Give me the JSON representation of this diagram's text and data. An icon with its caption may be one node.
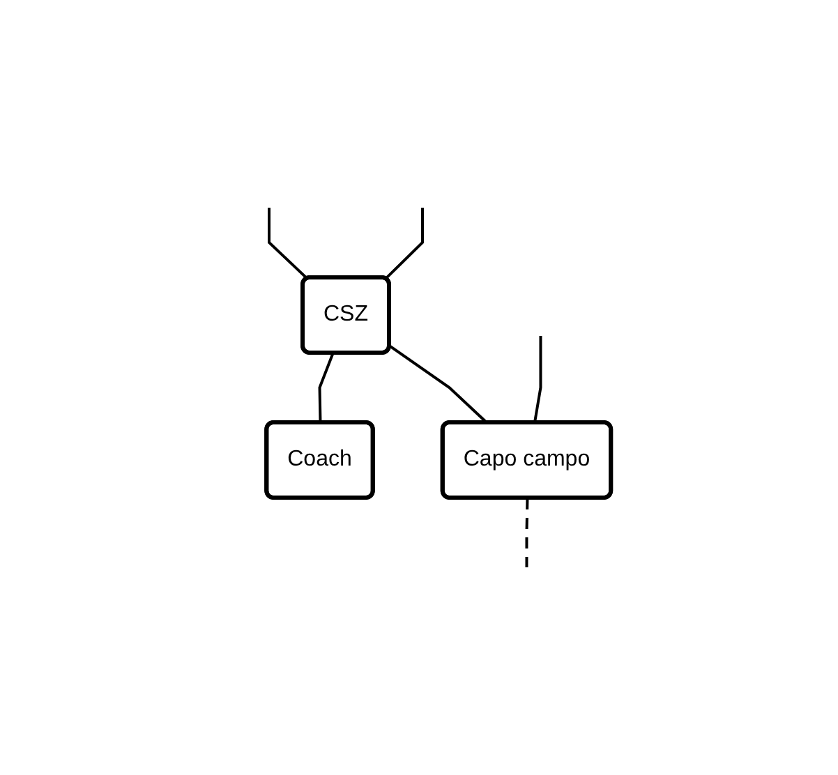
{
  "diagram": {
    "nodes": [
      {
        "text": [
          "CSZ"
        ]
      },
      {
        "text": [
          "Coach"
        ]
      },
      {
        "text": [
          "Capo campo"
        ]
      }
    ],
    "edges": [
      {
        "from": 0,
        "to": 1,
        "arrow": "none"
      },
      {
        "from": 0,
        "to": 2,
        "arrow": "none"
      },
      {
        "from": null,
        "to": 0,
        "arrow": "none"
      },
      {
        "from": null,
        "to": 0,
        "arrow": "none"
      },
      {
        "from": null,
        "to": 2,
        "arrow": "none"
      },
      {
        "from": 2,
        "to": null,
        "arrow": "none",
        "style": "dashed"
      }
    ]
  }
}
